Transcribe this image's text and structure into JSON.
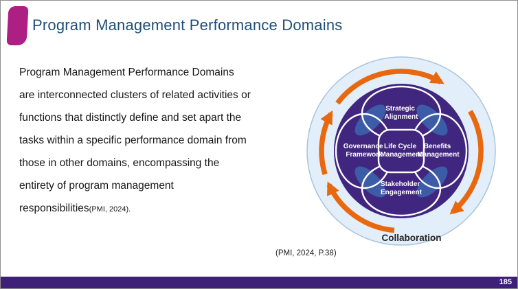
{
  "slide": {
    "title": "Program Management Performance Domains",
    "page_number": "185",
    "body": {
      "lines": [
        "Program Management Performance Domains",
        "are interconnected clusters of related activities or",
        "functions that distinctly define and set apart the",
        "tasks within a specific performance domain from",
        "those in other domains, encompassing the",
        "entirety of program management"
      ],
      "last_line_main": "responsibilities",
      "last_line_citation": "(PMI, 2024)."
    }
  },
  "diagram": {
    "labels": {
      "top": [
        "Strategic",
        "Alignment"
      ],
      "left": [
        "Governance",
        "Framework"
      ],
      "center": [
        "Life Cycle",
        "Management"
      ],
      "right": [
        "Benefits",
        "Management"
      ],
      "bottom": [
        "Stakeholder",
        "Engagement"
      ]
    },
    "ring_label": "Collaboration",
    "citation": "(PMI, 2024, P.38)",
    "colors": {
      "outer_ring": "#E2EEF9",
      "inner_circle": "#41267F",
      "arrows": "#E8680F",
      "lens_blue": "#3C5CA8",
      "accent_magenta": "#AE1F84",
      "title_blue": "#1F4E79",
      "footer_purple": "#3E2076"
    }
  }
}
